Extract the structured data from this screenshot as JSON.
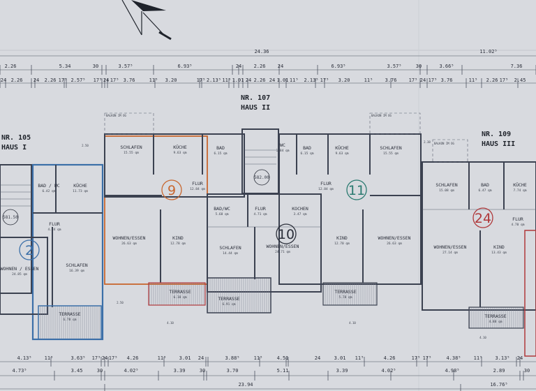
{
  "title_blocks": [
    {
      "nr": "NR. 105",
      "haus": "HAUS I"
    },
    {
      "nr": "NR. 107",
      "haus": "HAUS II"
    },
    {
      "nr": "NR. 109",
      "haus": "HAUS III"
    }
  ],
  "overall_dims": [
    "24.36",
    "11.02⁵",
    "23.94",
    "16.76⁵"
  ],
  "top_row1": [
    "2.26",
    "5.34",
    "30",
    "3.57⁵",
    "6.93⁵",
    "24",
    "2.26",
    "24",
    "6.93⁵",
    "3.57⁵",
    "30",
    "3.66⁵",
    "7.36"
  ],
  "top_row2": [
    "24",
    "2.26",
    "24",
    "2.26",
    "17⁵",
    "2.57⁵",
    "17⁵",
    "24",
    "17⁵",
    "3.76",
    "11⁵",
    "3.20",
    "17⁵",
    "2.13⁵",
    "11⁵",
    "1.01",
    "24",
    "2.26",
    "24",
    "1.01",
    "11⁵",
    "2.13⁵",
    "17⁵",
    "3.20",
    "11⁵",
    "3.76",
    "17⁵",
    "24",
    "17⁵",
    "3.76",
    "11⁵",
    "2.26",
    "17⁵",
    "2.45"
  ],
  "bottom_row1": [
    "4.13⁵",
    "11⁵",
    "3.63⁵",
    "17⁵",
    "24",
    "17⁵",
    "4.26",
    "11⁵",
    "3.01",
    "24",
    "3.88⁵",
    "11⁵",
    "4.51",
    "24",
    "3.01",
    "11⁵",
    "4.26",
    "17⁵",
    "17⁵",
    "4.38⁵",
    "11⁵",
    "3.13⁵",
    "24"
  ],
  "bottom_row2": [
    "4.73⁵",
    "3.45",
    "30",
    "4.02⁵",
    "3.39",
    "30",
    "3.70",
    "5.11",
    "3.39",
    "4.02⁵",
    "4.98⁵",
    "2.89",
    "30"
  ],
  "misc_dims": [
    "2.50",
    "2.50",
    "4.10",
    "4.10",
    "4.10",
    "2.38"
  ],
  "balcony_labels": [
    "BALKON IM OG",
    "BALKON IM OG",
    "BALKON IM OG"
  ],
  "elevations": [
    "581.50",
    "582.00"
  ],
  "units": [
    {
      "number": "2",
      "color": "#3b6fa8"
    },
    {
      "number": "9",
      "color": "#c8662e"
    },
    {
      "number": "10",
      "color": "#2b2f3a"
    },
    {
      "number": "11",
      "color": "#2a7a70"
    },
    {
      "number": "24",
      "color": "#b0383a"
    }
  ],
  "rooms": [
    {
      "name": "BAD / WC",
      "area": "6.42 qm"
    },
    {
      "name": "KÜCHE",
      "area": "11.73 qm"
    },
    {
      "name": "FLUR",
      "area": "4.84 qm"
    },
    {
      "name": "WOHNEN / ESSEN",
      "area": "24.85 qm"
    },
    {
      "name": "SCHLAFEN",
      "area": "16.39 qm"
    },
    {
      "name": "TERRASSE",
      "area": "6.78 qm"
    },
    {
      "name": "SCHLAFEN",
      "area": "15.55 qm"
    },
    {
      "name": "KÜCHE",
      "area": "9.63 qm"
    },
    {
      "name": "BAD",
      "area": "6.15 qm"
    },
    {
      "name": "FLUR",
      "area": "12.84 qm"
    },
    {
      "name": "WOHNEN/ESSEN",
      "area": "26.63 qm"
    },
    {
      "name": "KIND",
      "area": "12.78 qm"
    },
    {
      "name": "TERRASSE",
      "area": "6.18 qm"
    },
    {
      "name": "BAD/WC",
      "area": "5.68 qm"
    },
    {
      "name": "FLUR",
      "area": "4.71 qm"
    },
    {
      "name": "KOCHEN",
      "area": "3.47 qm"
    },
    {
      "name": "SCHLAFEN",
      "area": "14.44 qm"
    },
    {
      "name": "WOHNEN/ESSEN",
      "area": "24.71 qm"
    },
    {
      "name": "TERRASSE",
      "area": "6.91 qm"
    },
    {
      "name": "WC",
      "area": "1.84 qm"
    },
    {
      "name": "BAD",
      "area": "6.15 qm"
    },
    {
      "name": "KÜCHE",
      "area": "9.63 qm"
    },
    {
      "name": "SCHLAFEN",
      "area": "15.55 qm"
    },
    {
      "name": "FLUR",
      "area": "12.84 qm"
    },
    {
      "name": "KIND",
      "area": "12.70 qm"
    },
    {
      "name": "WOHNEN/ESSEN",
      "area": "26.63 qm"
    },
    {
      "name": "TERRASSE",
      "area": "5.78 qm"
    },
    {
      "name": "SCHLAFEN",
      "area": "15.08 qm"
    },
    {
      "name": "BAD",
      "area": "6.47 qm"
    },
    {
      "name": "KÜCHE",
      "area": "7.74 qm"
    },
    {
      "name": "FLUR",
      "area": "4.70 qm"
    },
    {
      "name": "WOHNEN/ESSEN",
      "area": "27.14 qm"
    },
    {
      "name": "KIND",
      "area": "13.43 qm"
    },
    {
      "name": "TERRASSE",
      "area": "4.88 qm"
    }
  ]
}
